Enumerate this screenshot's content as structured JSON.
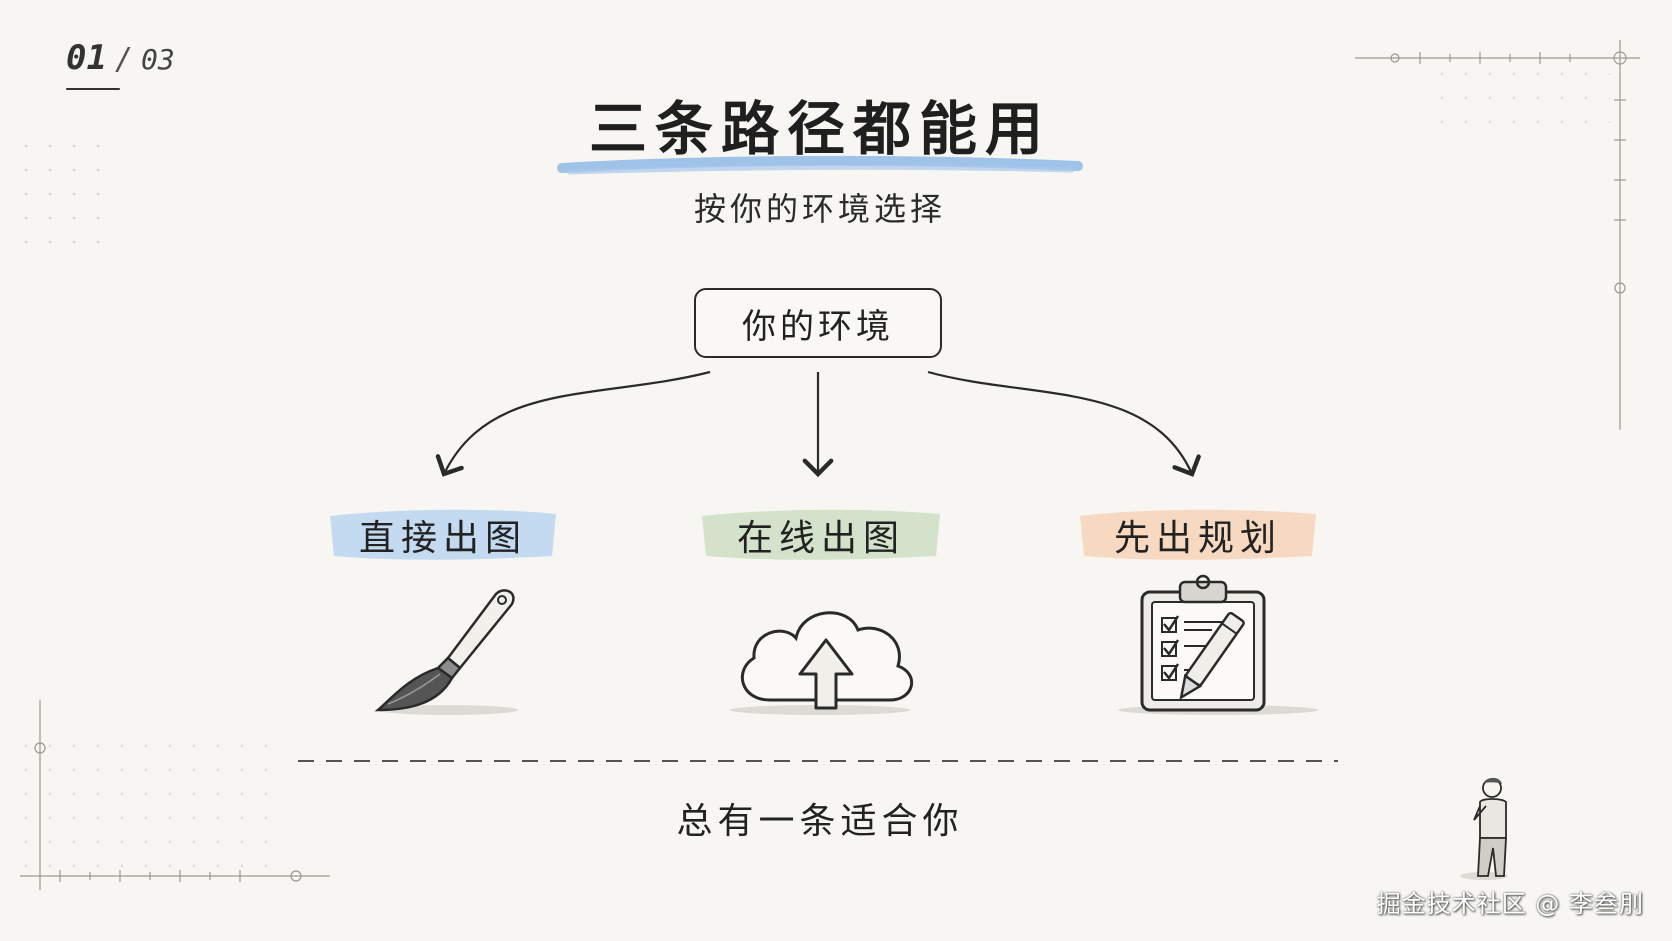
{
  "page_counter": {
    "current": "01",
    "separator": "/",
    "total": "03"
  },
  "title": "三条路径都能用",
  "subtitle": "按你的环境选择",
  "root": {
    "label": "你的环境"
  },
  "branches": [
    {
      "label": "直接出图",
      "icon": "paintbrush-icon",
      "highlight": "#bcd7ef"
    },
    {
      "label": "在线出图",
      "icon": "cloud-upload-icon",
      "highlight": "#cfe0c6"
    },
    {
      "label": "先出规划",
      "icon": "clipboard-checklist-icon",
      "highlight": "#f6d6bc"
    }
  ],
  "footer": {
    "text": "总有一条适合你"
  },
  "watermark": "掘金技术社区 @ 李叁刖",
  "colors": {
    "title_underline": "#8fb9e6",
    "background": "#f7f6f2",
    "ink": "#222222"
  }
}
